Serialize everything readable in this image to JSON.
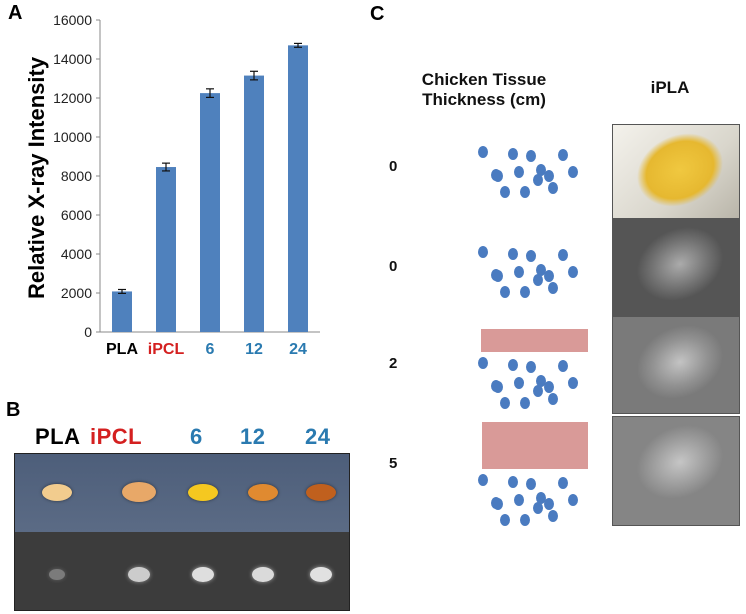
{
  "panels": {
    "a_letter": "A",
    "b_letter": "B",
    "c_letter": "C"
  },
  "chart_data": {
    "type": "bar",
    "categories": [
      "PLA",
      "iPCL",
      "6",
      "12",
      "24"
    ],
    "values": [
      2080,
      8460,
      12250,
      13150,
      14700
    ],
    "errors": [
      100,
      200,
      220,
      220,
      100
    ],
    "category_colors": [
      "#000000",
      "#d42020",
      "#2a7ab0",
      "#2a7ab0",
      "#2a7ab0"
    ],
    "bar_color": "#4f81bd",
    "ylabel": "Relative X-ray Intensity",
    "ylim": [
      0,
      16000
    ],
    "yticks": [
      0,
      2000,
      4000,
      6000,
      8000,
      10000,
      12000,
      14000,
      16000
    ],
    "grid": false
  },
  "photo_b": {
    "labels": [
      {
        "text": "PLA",
        "color": "#000000"
      },
      {
        "text": "iPCL",
        "color": "#d42020"
      },
      {
        "text": "6",
        "color": "#2a7ab0"
      },
      {
        "text": "12",
        "color": "#2a7ab0"
      },
      {
        "text": "24",
        "color": "#2a7ab0"
      }
    ],
    "sample_colors": [
      "#f2cc8e",
      "#e8a868",
      "#f5c820",
      "#e08a30",
      "#c0601e"
    ],
    "background_top": "#4d5e7a",
    "background_bottom": "#3c3c3c"
  },
  "panel_c": {
    "header_left_line1": "Chicken Tissue",
    "header_left_line2": "Thickness (cm)",
    "header_right": "iPLA",
    "thickness_labels": [
      "0",
      "0",
      "2",
      "5"
    ],
    "tissue_color": "#d99a98",
    "dot_color": "#4a7bc0"
  }
}
